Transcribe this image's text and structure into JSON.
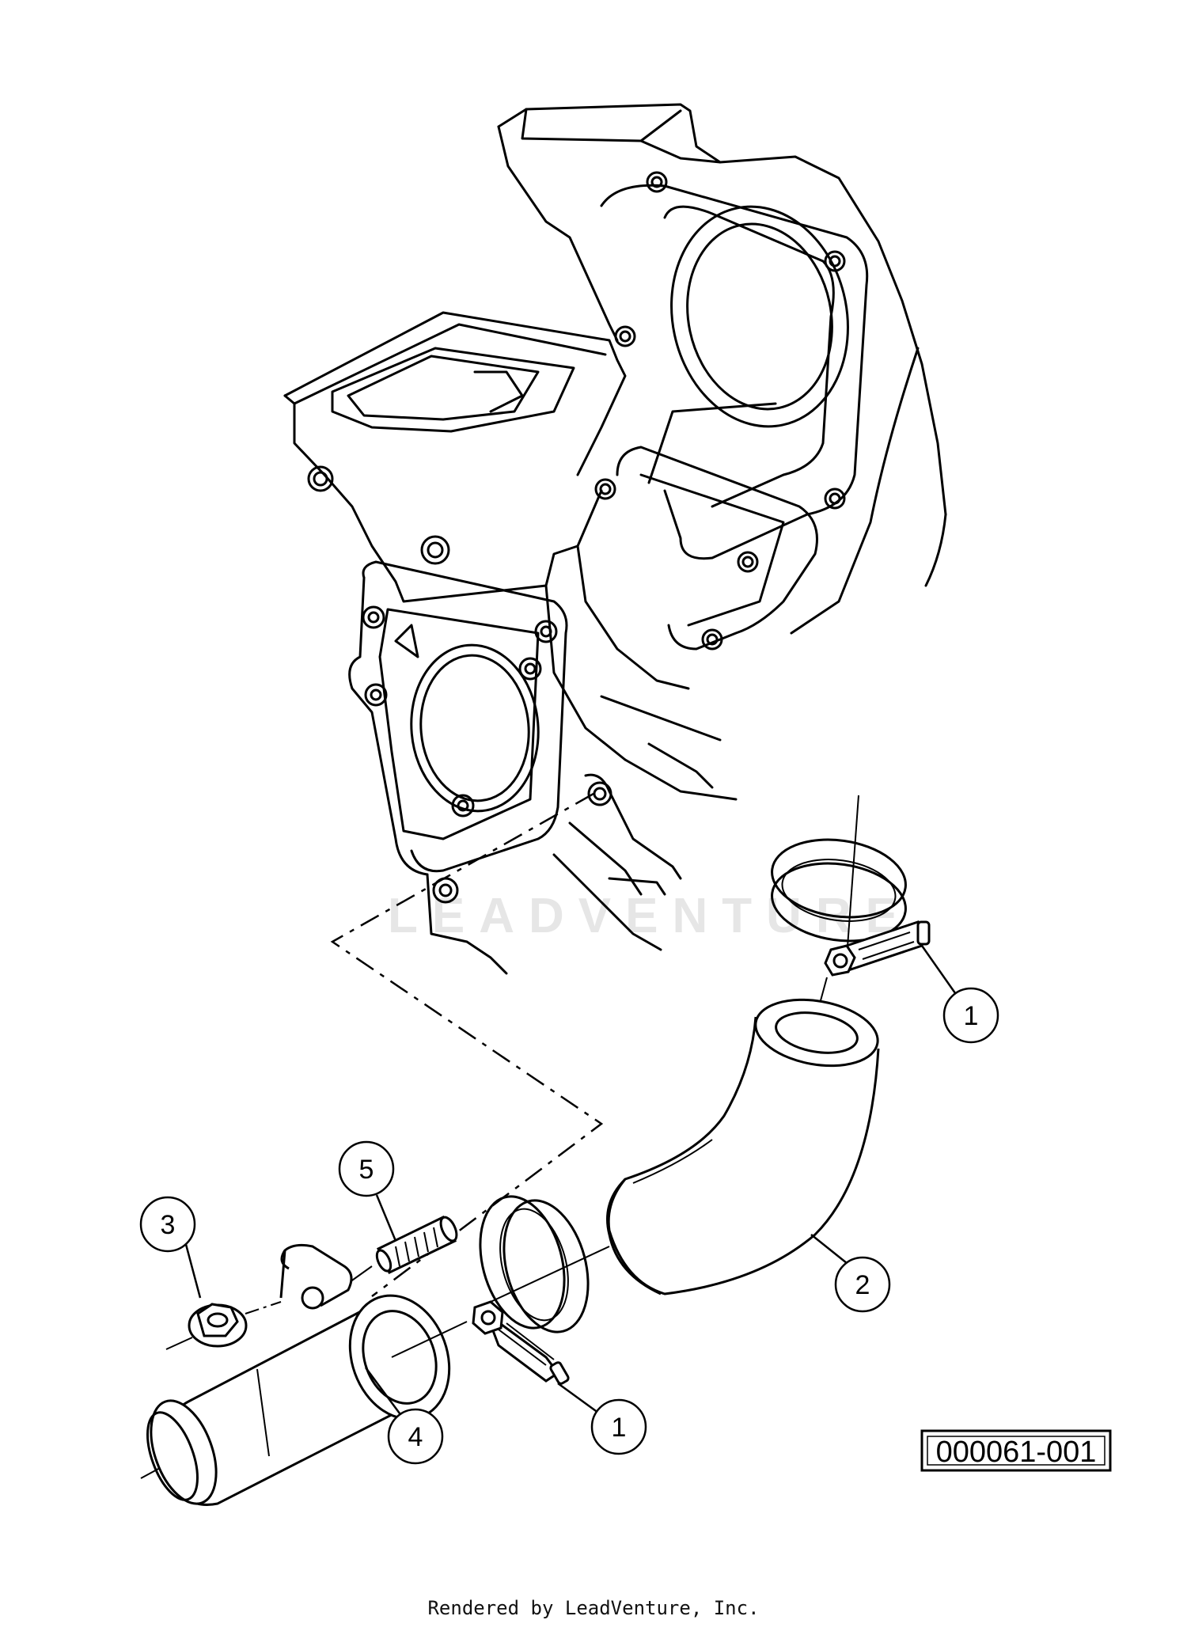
{
  "diagram": {
    "reference_number": "000061-001",
    "watermark": "LEADVENTURE",
    "callouts": [
      {
        "id": "1a",
        "label": "1"
      },
      {
        "id": "2",
        "label": "2"
      },
      {
        "id": "3",
        "label": "3"
      },
      {
        "id": "4",
        "label": "4"
      },
      {
        "id": "5",
        "label": "5"
      },
      {
        "id": "1b",
        "label": "1"
      }
    ]
  },
  "footer": {
    "text": "Rendered by LeadVenture, Inc."
  }
}
